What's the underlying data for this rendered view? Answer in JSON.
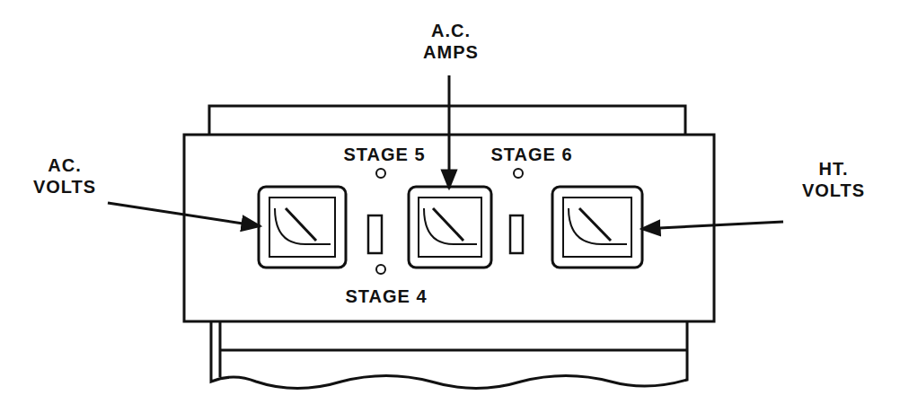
{
  "diagram": {
    "labels": [
      "A.C. AMPS",
      "AC. VOLTS",
      "HT. VOLTS",
      "STAGE 5",
      "STAGE 6",
      "STAGE 4"
    ]
  }
}
